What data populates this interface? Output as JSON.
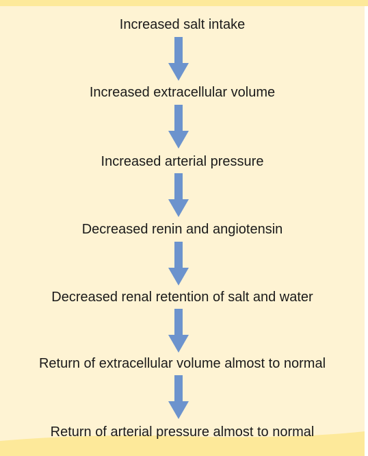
{
  "flowchart": {
    "steps": [
      "Increased salt intake",
      "Increased extracellular volume",
      "Increased arterial pressure",
      "Decreased renin and angiotensin",
      "Decreased renal retention of salt and water",
      "Return of extracellular volume almost to normal",
      "Return of arterial pressure almost to normal"
    ]
  },
  "colors": {
    "background": "#fef3d3",
    "top_band": "#fde99a",
    "bottom_band": "#fde99a",
    "arrow": "#6c93cd",
    "text": "#1a1a1a"
  }
}
